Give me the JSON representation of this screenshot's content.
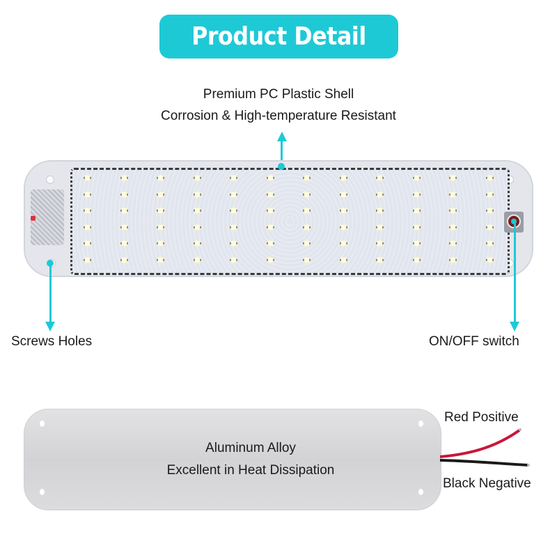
{
  "header": {
    "title": "Product Detail",
    "badge_color": "#1ec9d6"
  },
  "front_view": {
    "shell_callout": [
      "Premium PC Plastic Shell",
      "Corrosion & High-temperature Resistant"
    ],
    "screws_callout": "Screws Holes",
    "switch_callout": "ON/OFF switch",
    "led_columns": 12,
    "led_rows": 6
  },
  "back_view": {
    "material_callout": [
      "Aluminum Alloy",
      "Excellent in Heat Dissipation"
    ],
    "wires": [
      {
        "label": "Red Positive",
        "color": "#c8173a"
      },
      {
        "label": "Black Negative",
        "color": "#1a1a1a"
      }
    ]
  },
  "accent_color": "#1ec9d6"
}
